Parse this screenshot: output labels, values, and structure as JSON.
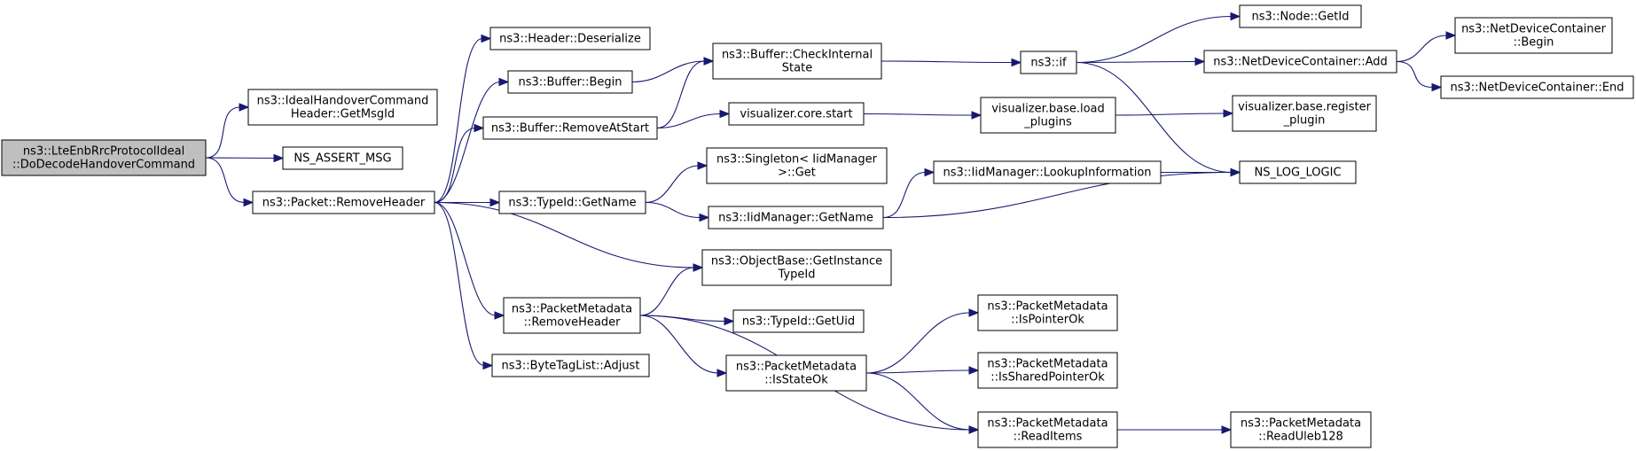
{
  "graph": {
    "edge_color": "#191970",
    "root_fill": "#bfbfbf",
    "node_fill": "#ffffff",
    "nodes": [
      {
        "id": "root",
        "lines": [
          "ns3::LteEnbRrcProtocolIdeal",
          "::DoDecodeHandoverCommand"
        ]
      },
      {
        "id": "ideal_hoc",
        "lines": [
          "ns3::IdealHandoverCommand",
          "Header::GetMsgId"
        ]
      },
      {
        "id": "ns_assert",
        "lines": [
          "NS_ASSERT_MSG"
        ]
      },
      {
        "id": "pkt_removeheader",
        "lines": [
          "ns3::Packet::RemoveHeader"
        ]
      },
      {
        "id": "hdr_deserialize",
        "lines": [
          "ns3::Header::Deserialize"
        ]
      },
      {
        "id": "buf_begin",
        "lines": [
          "ns3::Buffer::Begin"
        ]
      },
      {
        "id": "buf_removeatstart",
        "lines": [
          "ns3::Buffer::RemoveAtStart"
        ]
      },
      {
        "id": "typeid_getname",
        "lines": [
          "ns3::TypeId::GetName"
        ]
      },
      {
        "id": "objbase_getinst",
        "lines": [
          "ns3::ObjectBase::GetInstance",
          "TypeId"
        ]
      },
      {
        "id": "pm_removeheader",
        "lines": [
          "ns3::PacketMetadata",
          "::RemoveHeader"
        ]
      },
      {
        "id": "btl_adjust",
        "lines": [
          "ns3::ByteTagList::Adjust"
        ]
      },
      {
        "id": "buf_checkinternal",
        "lines": [
          "ns3::Buffer::CheckInternal",
          "State"
        ]
      },
      {
        "id": "vis_core_start",
        "lines": [
          "visualizer.core.start"
        ]
      },
      {
        "id": "singleton_get",
        "lines": [
          "ns3::Singleton< IidManager",
          ">::Get"
        ]
      },
      {
        "id": "iid_getname",
        "lines": [
          "ns3::IidManager::GetName"
        ]
      },
      {
        "id": "typeid_getuid",
        "lines": [
          "ns3::TypeId::GetUid"
        ]
      },
      {
        "id": "pm_isstateok",
        "lines": [
          "ns3::PacketMetadata",
          "::IsStateOk"
        ]
      },
      {
        "id": "ns3_if",
        "lines": [
          "ns3::if"
        ]
      },
      {
        "id": "vis_base_load",
        "lines": [
          "visualizer.base.load",
          "_plugins"
        ]
      },
      {
        "id": "iid_lookup",
        "lines": [
          "ns3::IidManager::LookupInformation"
        ]
      },
      {
        "id": "pm_ispointerok",
        "lines": [
          "ns3::PacketMetadata",
          "::IsPointerOk"
        ]
      },
      {
        "id": "pm_issharedptrok",
        "lines": [
          "ns3::PacketMetadata",
          "::IsSharedPointerOk"
        ]
      },
      {
        "id": "pm_readitems",
        "lines": [
          "ns3::PacketMetadata",
          "::ReadItems"
        ]
      },
      {
        "id": "node_getid",
        "lines": [
          "ns3::Node::GetId"
        ]
      },
      {
        "id": "ndc_add",
        "lines": [
          "ns3::NetDeviceContainer::Add"
        ]
      },
      {
        "id": "ns_log_logic",
        "lines": [
          "NS_LOG_LOGIC"
        ]
      },
      {
        "id": "vis_base_register",
        "lines": [
          "visualizer.base.register",
          "_plugin"
        ]
      },
      {
        "id": "pm_readuleb",
        "lines": [
          "ns3::PacketMetadata",
          "::ReadUleb128"
        ]
      },
      {
        "id": "ndc_begin",
        "lines": [
          "ns3::NetDeviceContainer",
          "::Begin"
        ]
      },
      {
        "id": "ndc_end",
        "lines": [
          "ns3::NetDeviceContainer::End"
        ]
      }
    ],
    "edges": [
      [
        "root",
        "ideal_hoc"
      ],
      [
        "root",
        "ns_assert"
      ],
      [
        "root",
        "pkt_removeheader"
      ],
      [
        "pkt_removeheader",
        "hdr_deserialize"
      ],
      [
        "pkt_removeheader",
        "buf_begin"
      ],
      [
        "pkt_removeheader",
        "buf_removeatstart"
      ],
      [
        "pkt_removeheader",
        "typeid_getname"
      ],
      [
        "pkt_removeheader",
        "objbase_getinst"
      ],
      [
        "pkt_removeheader",
        "pm_removeheader"
      ],
      [
        "pkt_removeheader",
        "btl_adjust"
      ],
      [
        "buf_begin",
        "buf_checkinternal"
      ],
      [
        "buf_removeatstart",
        "buf_checkinternal"
      ],
      [
        "buf_removeatstart",
        "vis_core_start"
      ],
      [
        "typeid_getname",
        "singleton_get"
      ],
      [
        "typeid_getname",
        "iid_getname"
      ],
      [
        "pm_removeheader",
        "objbase_getinst"
      ],
      [
        "pm_removeheader",
        "typeid_getuid"
      ],
      [
        "pm_removeheader",
        "pm_isstateok"
      ],
      [
        "pm_removeheader",
        "pm_readitems"
      ],
      [
        "buf_checkinternal",
        "ns3_if"
      ],
      [
        "vis_core_start",
        "vis_base_load"
      ],
      [
        "iid_getname",
        "iid_lookup"
      ],
      [
        "iid_getname",
        "ns_log_logic"
      ],
      [
        "pm_isstateok",
        "pm_ispointerok"
      ],
      [
        "pm_isstateok",
        "pm_issharedptrok"
      ],
      [
        "pm_isstateok",
        "pm_readitems"
      ],
      [
        "ns3_if",
        "node_getid"
      ],
      [
        "ns3_if",
        "ndc_add"
      ],
      [
        "ns3_if",
        "ns_log_logic"
      ],
      [
        "vis_base_load",
        "vis_base_register"
      ],
      [
        "iid_lookup",
        "ns_log_logic"
      ],
      [
        "pm_readitems",
        "pm_readuleb"
      ],
      [
        "ndc_add",
        "ndc_begin"
      ],
      [
        "ndc_add",
        "ndc_end"
      ]
    ]
  }
}
